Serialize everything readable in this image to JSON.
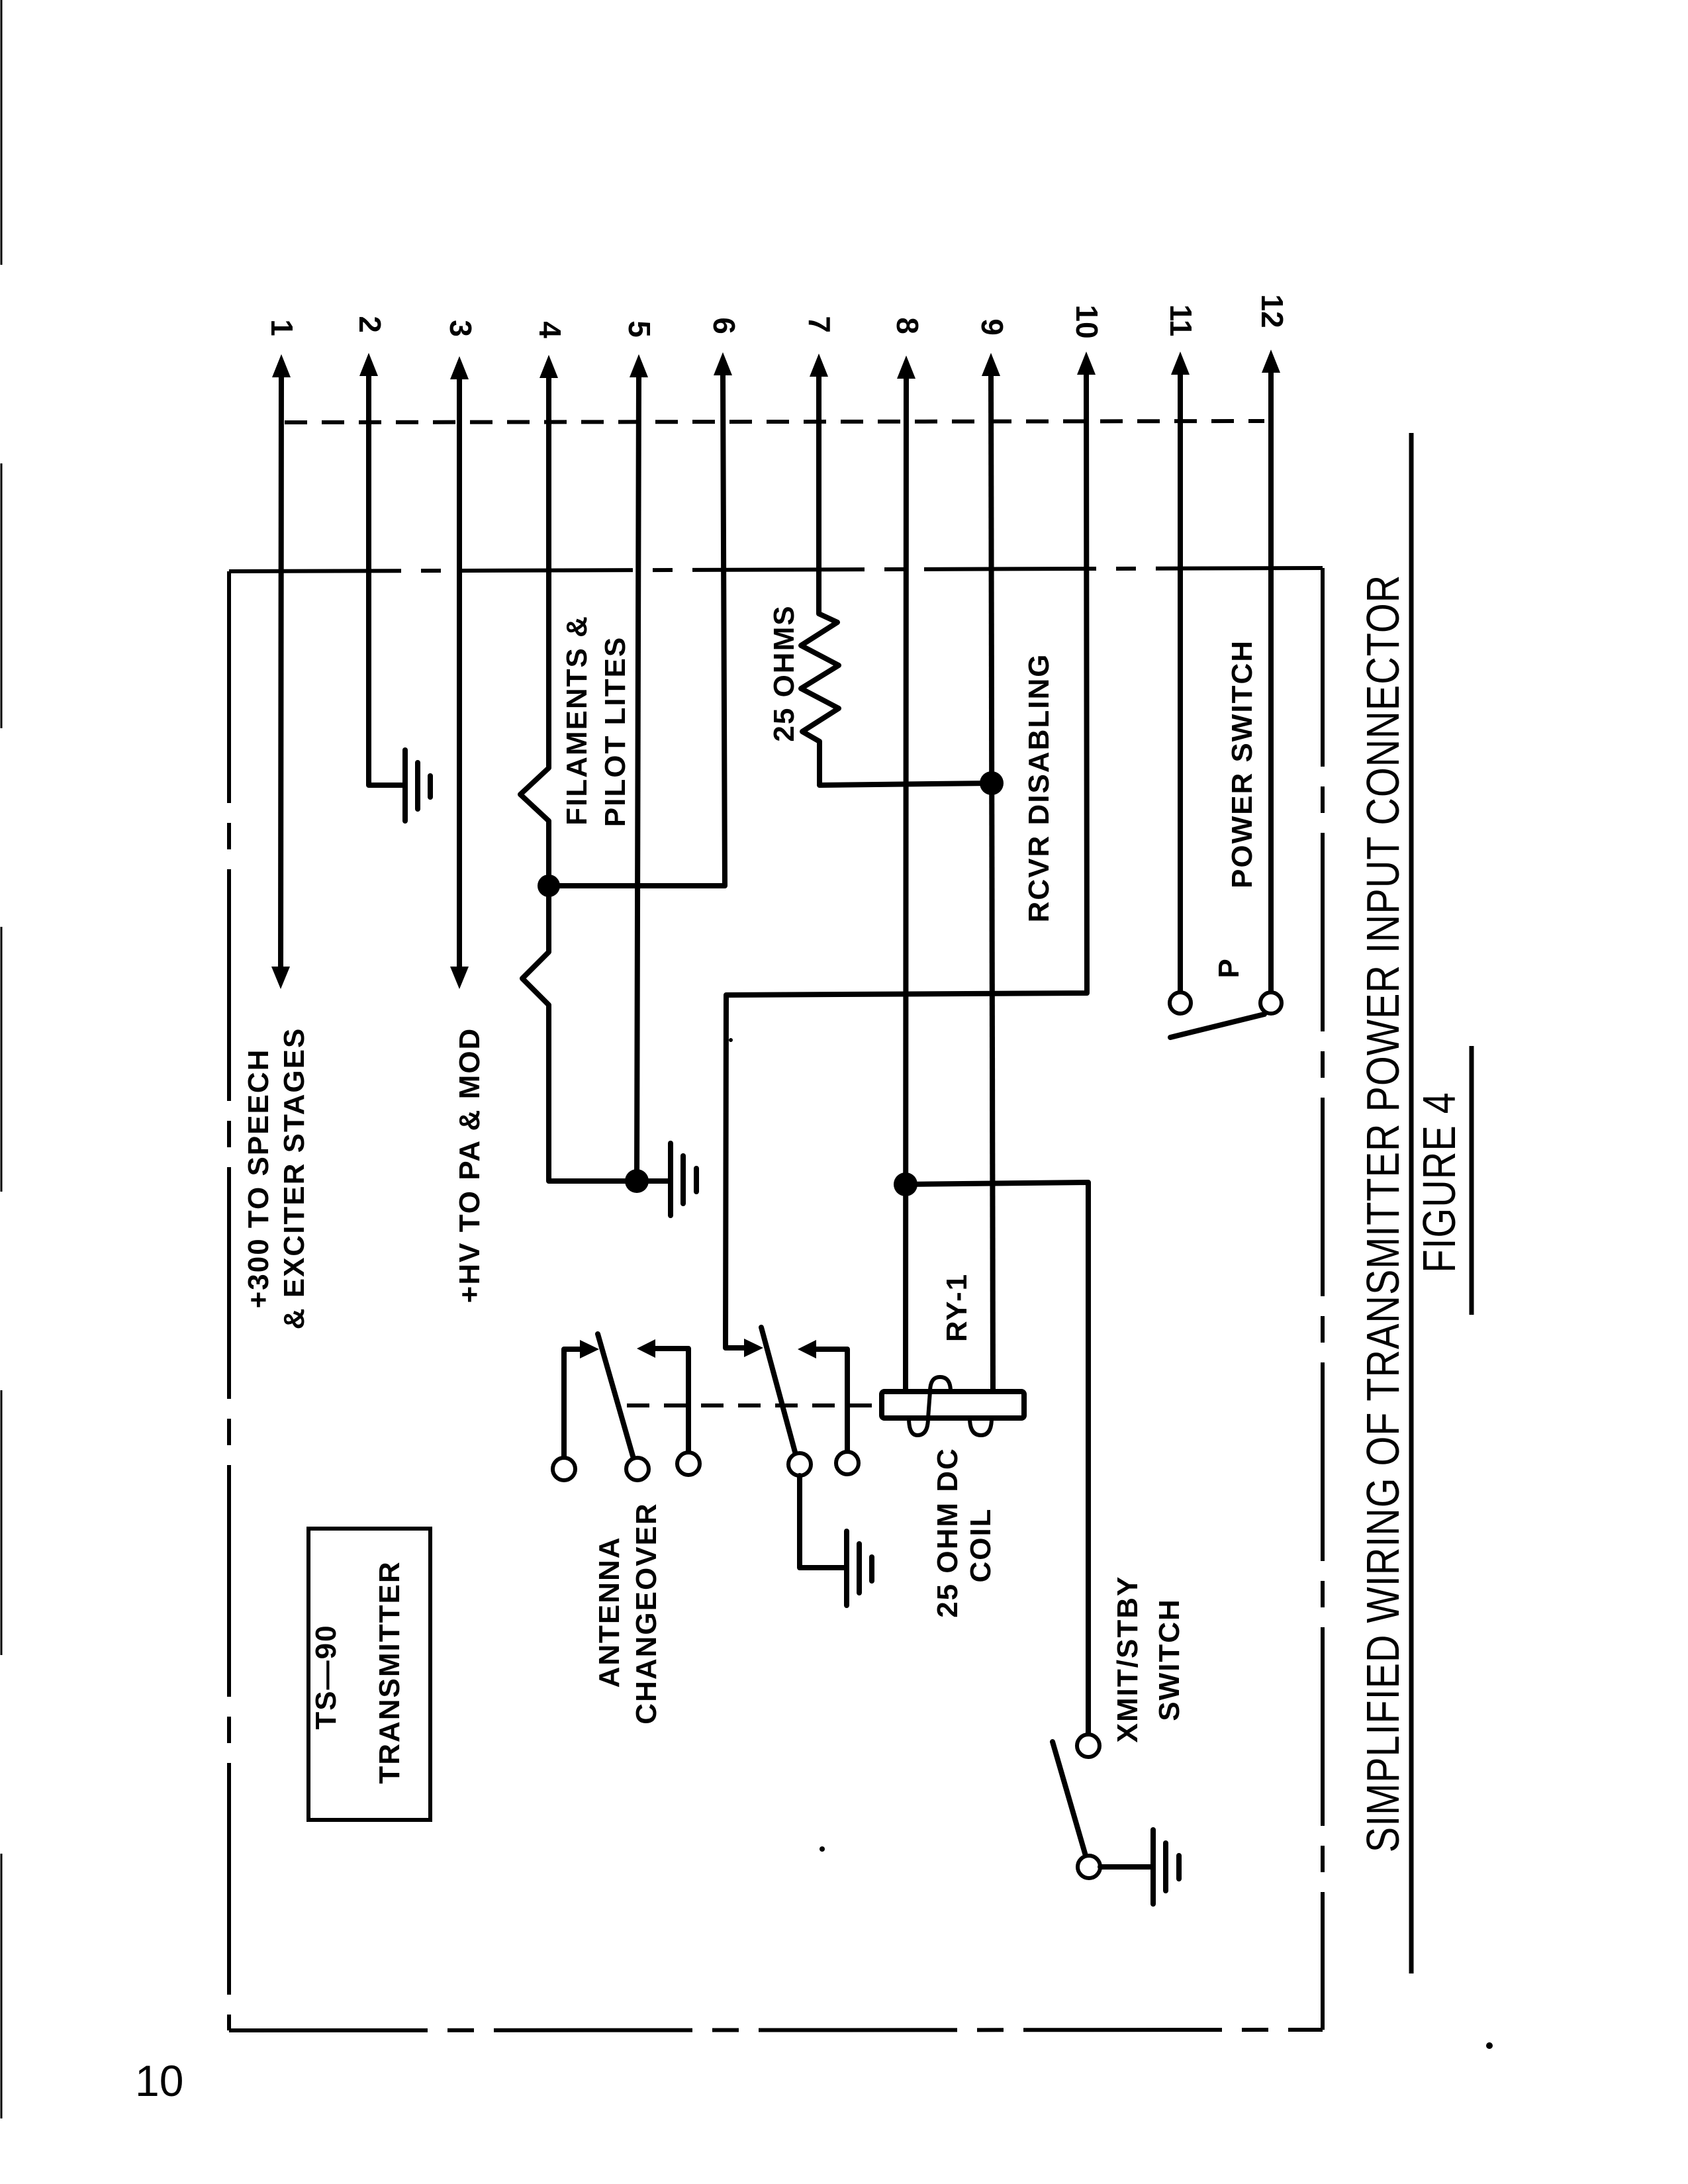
{
  "page": {
    "number": "10"
  },
  "figure": {
    "title": "SIMPLIFIED WIRING OF TRANSMITTER POWER INPUT CONNECTOR",
    "caption": "FIGURE 4"
  },
  "connector": {
    "pins": [
      {
        "number": "1"
      },
      {
        "number": "2"
      },
      {
        "number": "3"
      },
      {
        "number": "4"
      },
      {
        "number": "5"
      },
      {
        "number": "6"
      },
      {
        "number": "7"
      },
      {
        "number": "8"
      },
      {
        "number": "9"
      },
      {
        "number": "10"
      },
      {
        "number": "11"
      },
      {
        "number": "12"
      }
    ]
  },
  "labels": {
    "b_plus_300_line1": "+300 TO SPEECH",
    "b_plus_300_line2": "& EXCITER STAGES",
    "hv": "+HV TO PA & MOD",
    "filaments_line1": "FILAMENTS &",
    "filaments_line2": "PILOT LITES",
    "resistor": "25 OHMS",
    "rcvr_disabling": "RCVR DISABLING",
    "power_switch_ref": "P",
    "power_switch": "POWER SWITCH",
    "relay_ref": "RY-1",
    "coil_line1": "25 OHM DC",
    "coil_line2": "COIL",
    "antenna_line1": "ANTENNA",
    "antenna_line2": "CHANGEOVER",
    "xmit_line1": "XMIT/STBY",
    "xmit_line2": "SWITCH",
    "unit_line1": "TS—90",
    "unit_line2": "TRANSMITTER"
  }
}
